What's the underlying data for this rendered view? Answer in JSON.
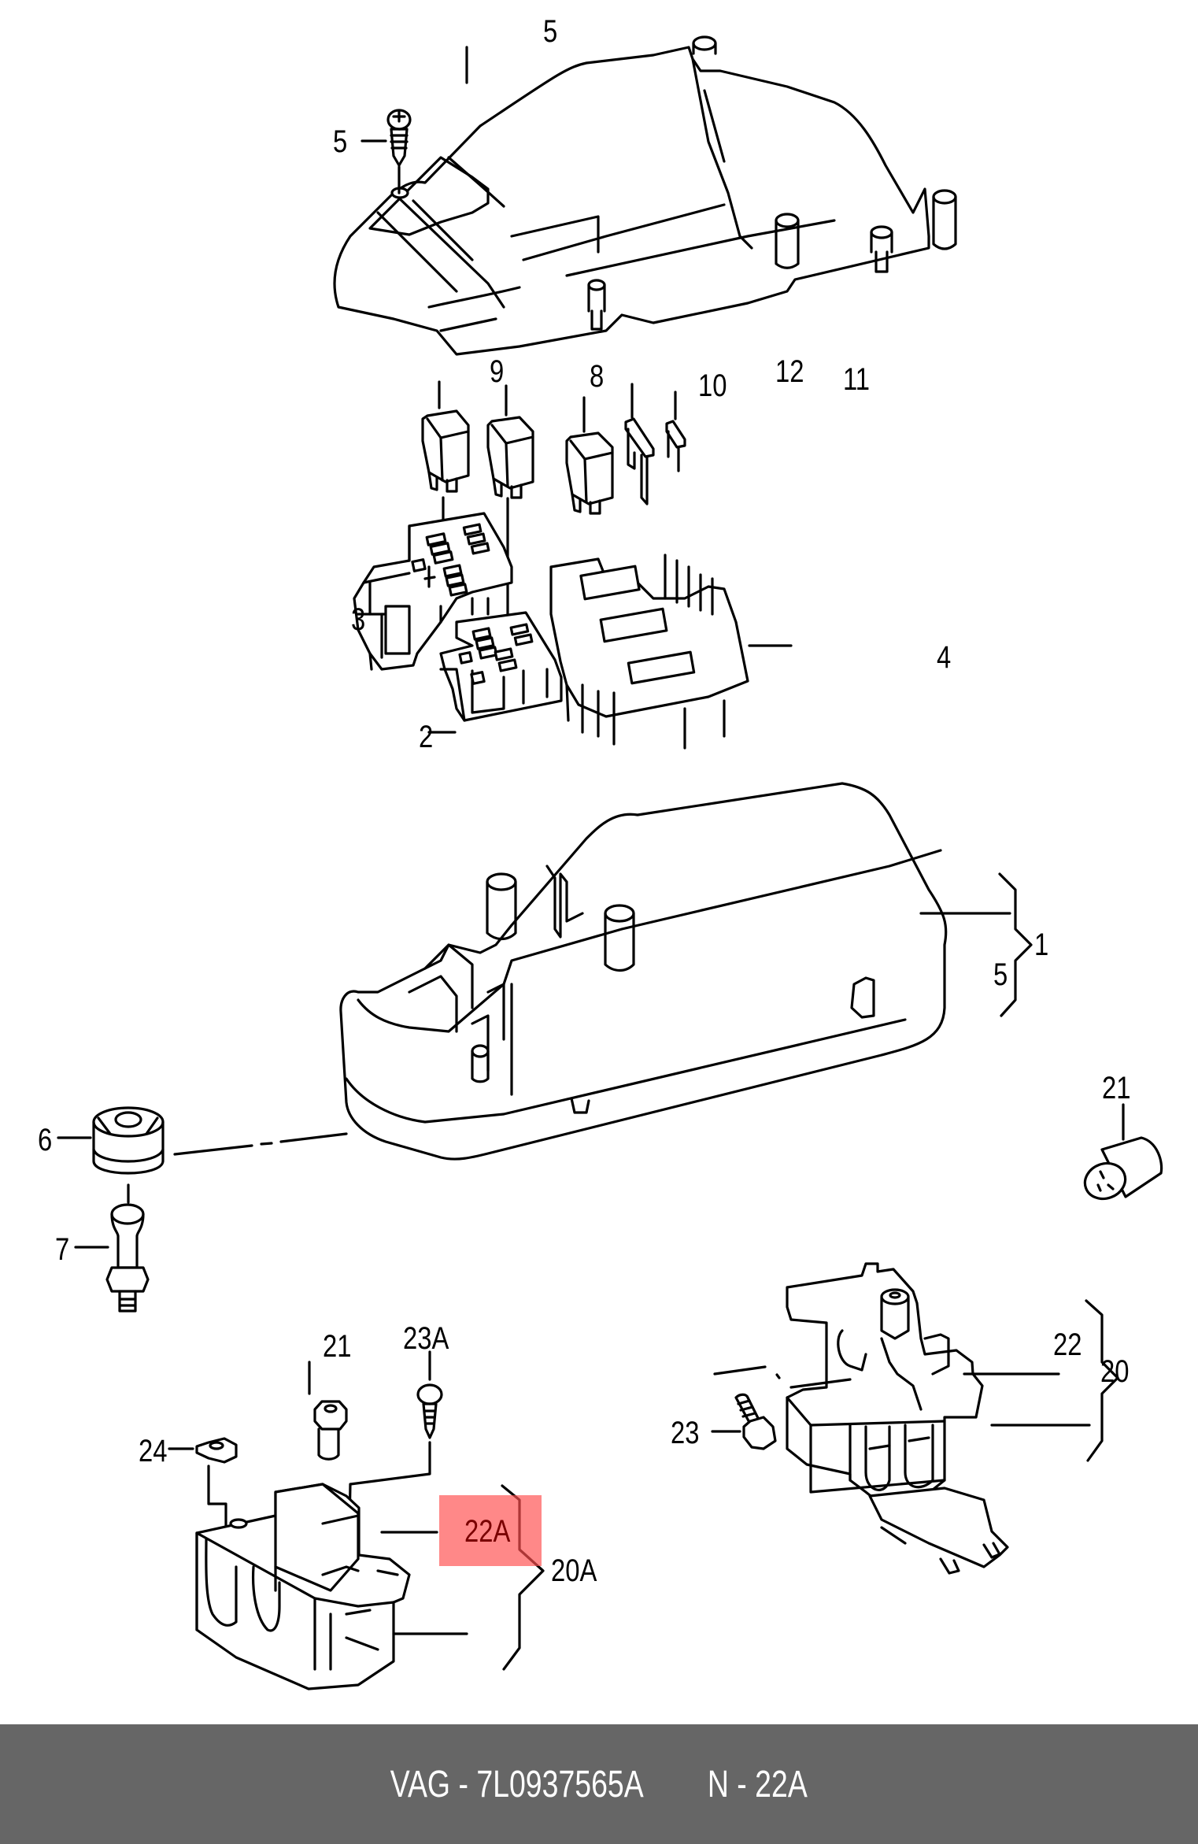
{
  "diagram": {
    "title": "Fuse/relay box exploded parts diagram",
    "highlight_color": "#ff5050",
    "labels": {
      "cover": "5",
      "cover_screw": "5",
      "relay_9": "9",
      "relay_8": "8",
      "relay_10": "10",
      "fuse_12": "12",
      "fuse_11": "11",
      "carrier_3": "3",
      "carrier_2": "2",
      "carrier_4": "4",
      "housing_bracket_top": "5",
      "housing_group": "1",
      "grommet_6": "6",
      "ball_stud_7": "7",
      "cap_21_right": "21",
      "bolt_21": "21",
      "screw_23A": "23A",
      "nut_24": "24",
      "part_22A": "22A",
      "group_20A": "20A",
      "part_22": "22",
      "group_20": "20",
      "bolt_23": "23"
    }
  },
  "footer": {
    "brand": "VAG",
    "separator": "-",
    "part_number": "7L0937565A",
    "position_prefix": "N",
    "position_separator": "-",
    "position": "22A",
    "background": "#666666"
  }
}
